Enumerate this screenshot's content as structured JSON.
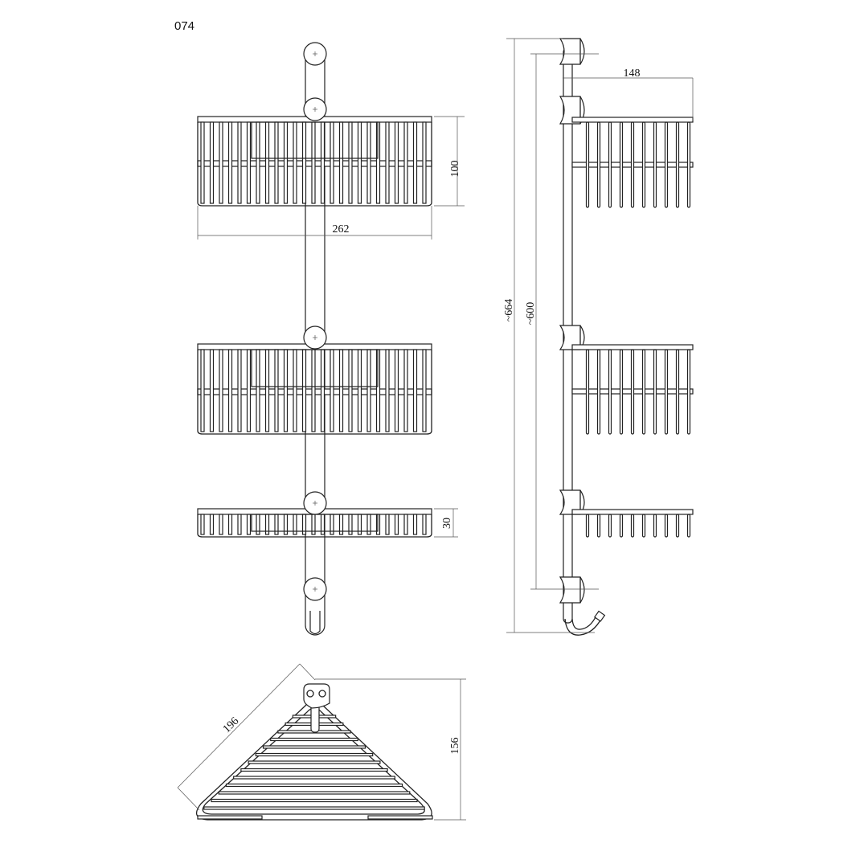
{
  "drawing": {
    "code": "074",
    "colors": {
      "line": "#222222",
      "background": "#ffffff"
    },
    "front_view": {
      "basket_height": "100",
      "basket_width": "262",
      "shallow_basket_height": "30"
    },
    "side_view": {
      "depth": "148",
      "total_height": "~664",
      "mount_spacing": "~600"
    },
    "top_view": {
      "side_length": "196",
      "depth": "156"
    }
  }
}
